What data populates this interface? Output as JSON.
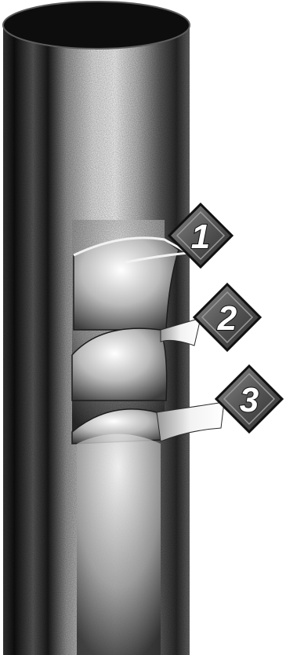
{
  "figure": {
    "subject": "cutaway pipe",
    "colors": {
      "background": "#ffffff",
      "pipe_dark": "#1a1a1a",
      "pipe_mid": "#7a7a7a",
      "pipe_light": "#ededed",
      "opening": "#0d0d0d",
      "badge_fill": "#555555",
      "badge_edge": "#111111",
      "label_text": "#ffffff"
    }
  },
  "callouts": [
    {
      "label": "1",
      "icon": "diamond-badge-icon"
    },
    {
      "label": "2",
      "icon": "diamond-badge-icon"
    },
    {
      "label": "3",
      "icon": "diamond-badge-icon"
    }
  ]
}
